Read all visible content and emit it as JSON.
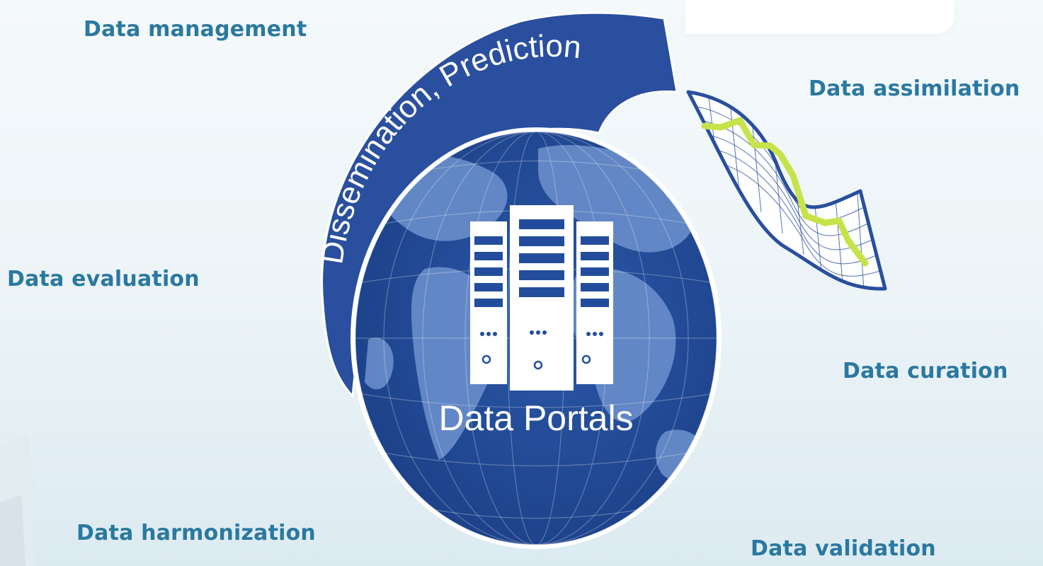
{
  "labels": {
    "data_management": "Data management",
    "data_assimilation": "Data assimilation",
    "data_evaluation": "Data evaluation",
    "data_curation": "Data curation",
    "data_harmonization": "Data harmonization",
    "data_validation": "Data validation"
  },
  "ring_text": "Dissemination, Prediction",
  "portal_title": "Data Portals",
  "colors": {
    "label": "#2b78a0",
    "globe": "#234d9c",
    "globe_dark": "#1a3c83",
    "land": "#6a8ecb",
    "ribbon": "#2a4f9f",
    "curve_line": "#c6e34a"
  },
  "icons": [
    "globe-icon",
    "server-icon",
    "data-chart-icon"
  ]
}
